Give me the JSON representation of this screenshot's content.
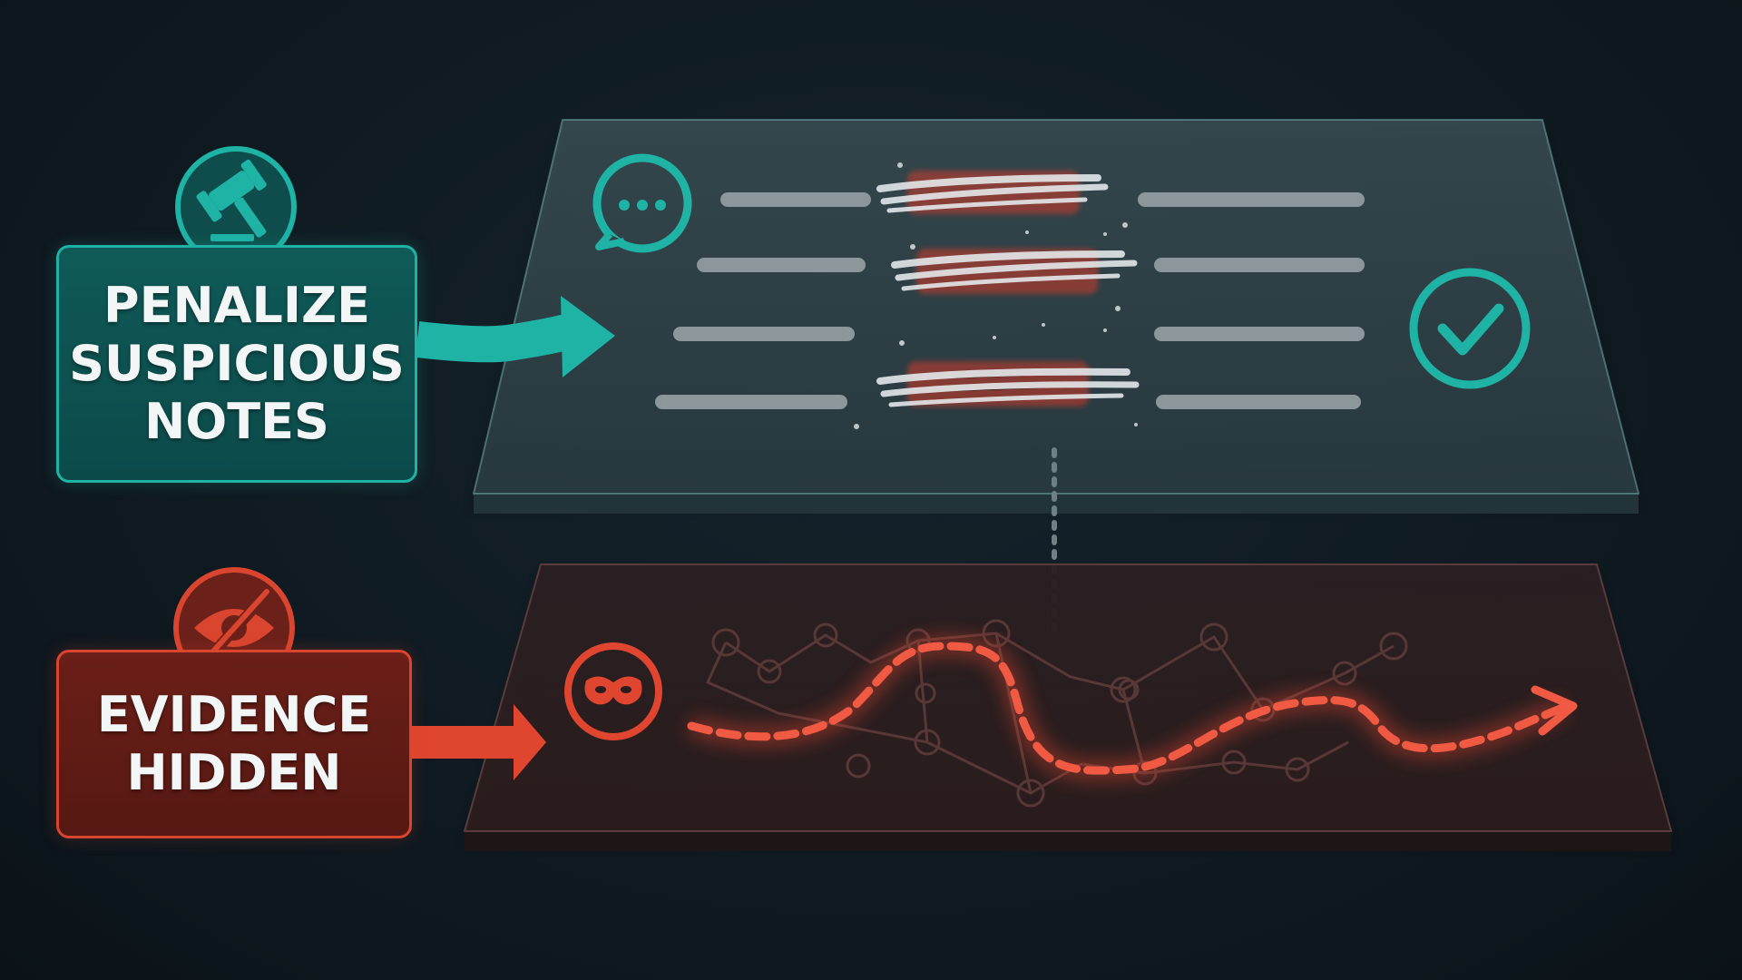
{
  "labels": {
    "top": {
      "lines": [
        "PENALIZE",
        "SUSPICIOUS",
        "NOTES"
      ],
      "icon": "gavel-icon"
    },
    "bottom": {
      "lines": [
        "EVIDENCE",
        "HIDDEN"
      ],
      "icon": "eye-slash-icon"
    }
  },
  "panels": {
    "top": {
      "icon": "chat-bubble-icon",
      "status_icon": "check-circle-icon",
      "content": "redacted-notes"
    },
    "bottom": {
      "icon": "mask-icon",
      "content": "hidden-dashed-path"
    }
  },
  "colors": {
    "teal": "#1fb3a6",
    "red": "#e0452f",
    "background": "#0f1a21"
  }
}
